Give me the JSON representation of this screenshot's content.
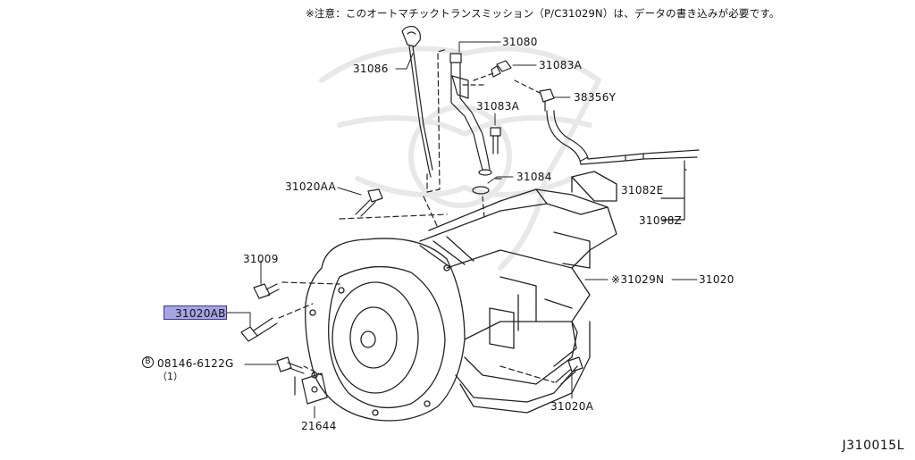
{
  "note": "※注意：このオートマチックトランスミッション（P/C31029N）は、データの書き込みが必要です。",
  "diagram_id": "J310015L",
  "parts": {
    "p31080": "31080",
    "p31086": "31086",
    "p31083a_top": "31083A",
    "p38356y": "38356Y",
    "p31083a_mid": "31083A",
    "p31084": "31084",
    "p31082e": "31082E",
    "p31098z": "31098Z",
    "p31020aa": "31020AA",
    "p31009": "31009",
    "p31020ab": "31020AB",
    "p31029n": "※31029N",
    "p31020": "31020",
    "p08146": "08146-6122G",
    "p08146_qty": "（1）",
    "p08146_circle": "B",
    "p21644": "21644",
    "p31020a": "31020A"
  },
  "highlight_color": "#a7a4e3"
}
